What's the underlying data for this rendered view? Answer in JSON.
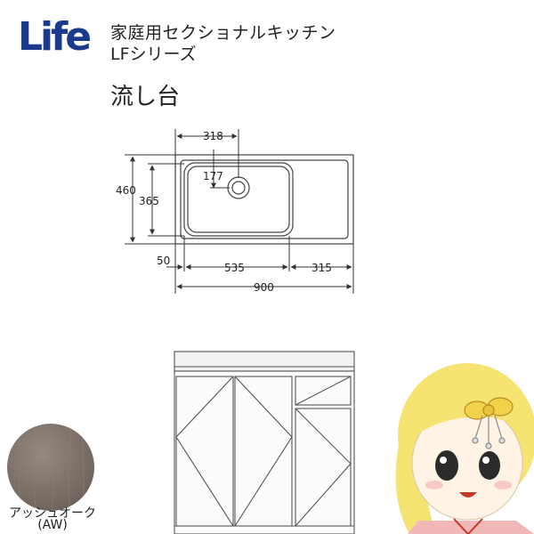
{
  "brand": {
    "logo_text": "Life",
    "color": "#1b3a8c"
  },
  "header": {
    "series_line1": "家庭用セクショナルキッチン",
    "series_line2": "LFシリーズ",
    "product": "流し台"
  },
  "dimensions": {
    "drain_offset": "318",
    "drain_depth": "177",
    "total_depth": "460",
    "bowl_depth": "365",
    "left_margin": "50",
    "bowl_width": "535",
    "right_width": "315",
    "total_width": "900"
  },
  "finish": {
    "name": "アッシュオーク",
    "code": "(AW)",
    "color": "#7a6e66"
  },
  "mascot": {
    "icon": "girl-mascot-icon"
  }
}
